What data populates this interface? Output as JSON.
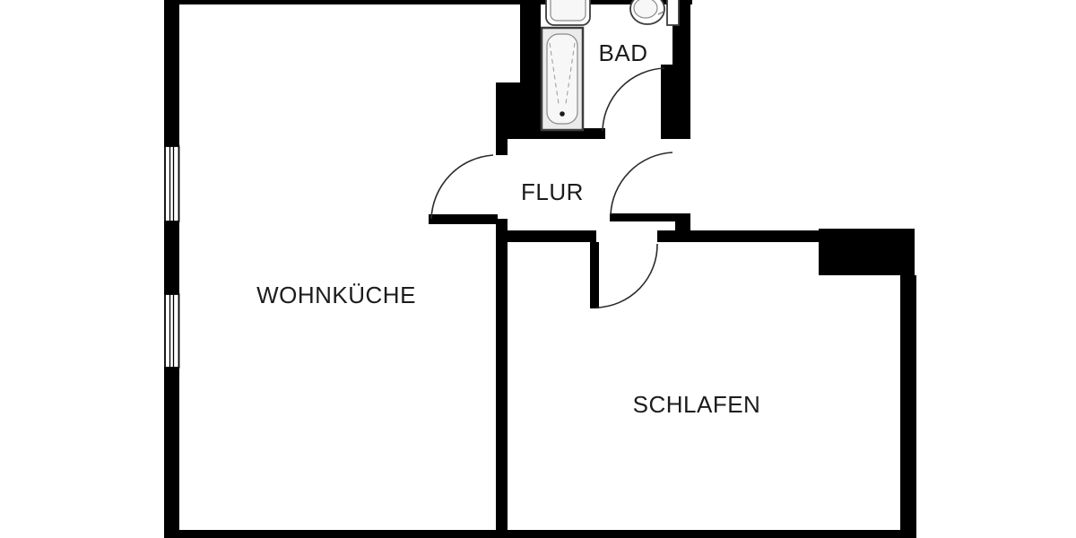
{
  "meta": {
    "type": "architectural-floor-plan",
    "language": "de"
  },
  "rooms": [
    {
      "id": "bad",
      "label": "BAD"
    },
    {
      "id": "flur",
      "label": "FLUR"
    },
    {
      "id": "wohnkueche",
      "label": "WOHNKÜCHE"
    },
    {
      "id": "schlafen",
      "label": "SCHLAFEN"
    }
  ],
  "fixtures": [
    {
      "id": "bathtub",
      "name": "bathtub-symbol",
      "room": "bad"
    },
    {
      "id": "sink",
      "name": "washbasin-symbol",
      "room": "bad"
    },
    {
      "id": "toilet",
      "name": "toilet-symbol",
      "room": "bad"
    }
  ],
  "doors": [
    {
      "id": "door-wohnkueche-flur",
      "swing": "quarter-arc"
    },
    {
      "id": "door-entry-flur",
      "swing": "quarter-arc"
    },
    {
      "id": "door-bad",
      "swing": "quarter-arc"
    },
    {
      "id": "door-schlafen",
      "swing": "quarter-arc"
    }
  ],
  "windows": [
    {
      "id": "window-1",
      "wall": "left"
    },
    {
      "id": "window-2",
      "wall": "left"
    }
  ],
  "colors": {
    "background": "#ffffff",
    "wall": "#000000",
    "label": "#1c1c1c",
    "door_arc": "#2b2b2b",
    "fixture_stroke": "#3d3d3d",
    "fixture_fill": "#ebebeb"
  }
}
